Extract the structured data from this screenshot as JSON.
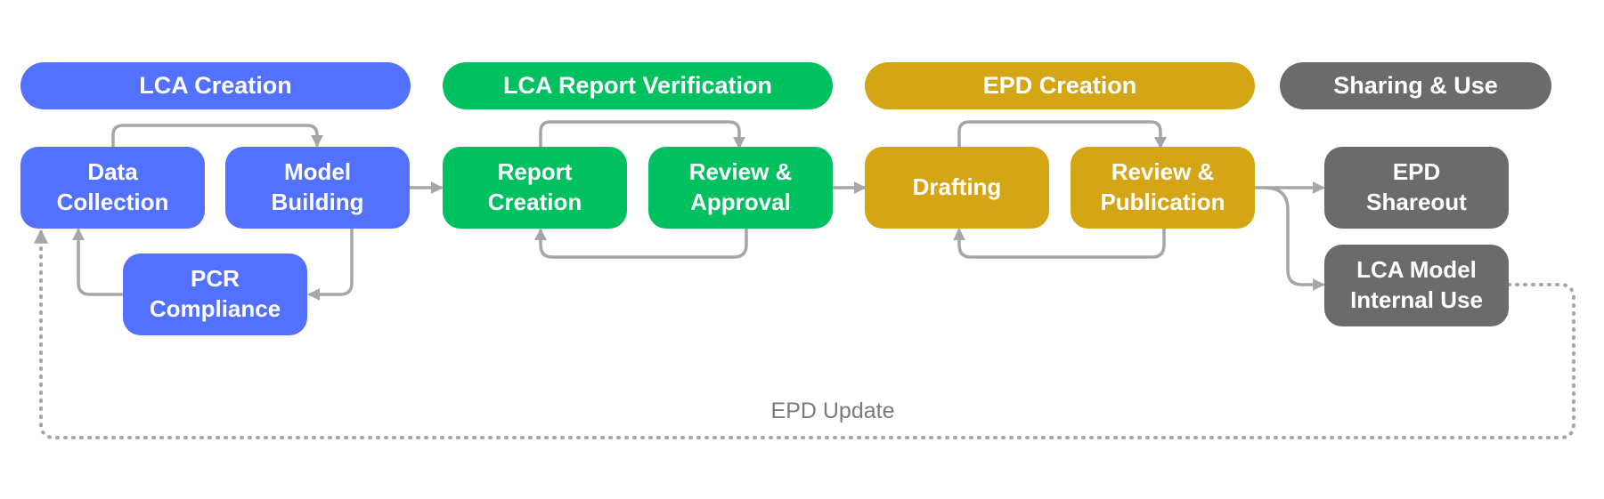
{
  "colors": {
    "lca_creation": "#5271ff",
    "lca_report_verification": "#00c060",
    "epd_creation": "#d4a515",
    "sharing_use": "#6b6b6b",
    "connector": "#a6a6a6",
    "caption": "#7a7a7a"
  },
  "phases": {
    "lca_creation": "LCA Creation",
    "lca_report_verification": "LCA Report Verification",
    "epd_creation": "EPD Creation",
    "sharing_use": "Sharing & Use"
  },
  "nodes": {
    "data_collection": "Data\nCollection",
    "model_building": "Model\nBuilding",
    "pcr_compliance": "PCR\nCompliance",
    "report_creation": "Report\nCreation",
    "review_approval": "Review &\nApproval",
    "drafting": "Drafting",
    "review_publication": "Review &\nPublication",
    "epd_shareout": "EPD\nShareout",
    "lca_model_internal_use": "LCA Model\nInternal Use"
  },
  "feedback_label": "EPD Update"
}
